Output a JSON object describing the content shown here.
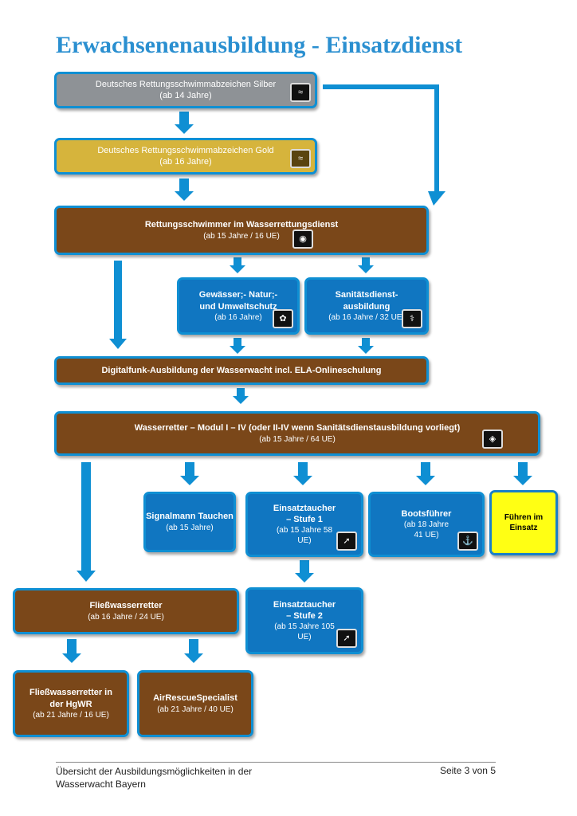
{
  "title": "Erwachsenenausbildung - Einsatzdienst",
  "boxes": {
    "silber": {
      "title": "Deutsches Rettungsschwimmabzeichen Silber",
      "sub": "(ab 14 Jahre)"
    },
    "gold": {
      "title": "Deutsches Rettungsschwimmabzeichen Gold",
      "sub": "(ab 16 Jahre)"
    },
    "rettungsschwimmer": {
      "title": "Rettungsschwimmer im Wasserrettungsdienst",
      "sub": "(ab 15 Jahre / 16 UE)"
    },
    "gewaesser": {
      "title": "Gewässer;- Natur;- und Umweltschutz",
      "sub": "(ab 16 Jahre)"
    },
    "sanitaet": {
      "title": "Sanitätsdienst- ausbildung",
      "sub": "(ab 16 Jahre / 32 UE)"
    },
    "digitalfunk": {
      "title": "Digitalfunk-Ausbildung der Wasserwacht incl. ELA-Onlineschulung"
    },
    "wasserretter": {
      "title": "Wasserretter – Modul I – IV (oder II-IV wenn Sanitätsdienstausbildung vorliegt)",
      "sub": "(ab 15 Jahre / 64 UE)"
    },
    "signalmann": {
      "title": "Signalmann Tauchen",
      "sub": "(ab 15 Jahre)"
    },
    "taucher1": {
      "title": "Einsatztaucher – Stufe 1",
      "sub": "(ab 15 Jahre 58 UE)"
    },
    "bootsfuehrer": {
      "title": "Bootsführer",
      "sub": "(ab 18 Jahre 41 UE)"
    },
    "fuehren": {
      "title": "Führen im Einsatz"
    },
    "taucher2": {
      "title": "Einsatztaucher – Stufe 2",
      "sub": "(ab 15 Jahre 105 UE)"
    },
    "fliesswasser": {
      "title": "Fließwasserretter",
      "sub": "(ab 16 Jahre / 24 UE)"
    },
    "hgwr": {
      "title": "Fließwasserretter in der HgWR",
      "sub": "(ab 21 Jahre / 16 UE)"
    },
    "airrescue": {
      "title": "AirRescueSpecialist",
      "sub": "(ab 21 Jahre / 40 UE)"
    }
  },
  "footer": {
    "left": "Übersicht der Ausbildungsmöglichkeiten in der Wasserwacht Bayern",
    "right": "Seite 3 von 5"
  },
  "colors": {
    "arrow": "#0f8fd3",
    "title": "#2a8fd0",
    "brown": "#7a4719",
    "blue": "#1076c1",
    "silver": "#8e9296",
    "gold": "#d6b43c",
    "highlight": "#ffff14"
  },
  "icons": {
    "silber": "swimmer-badge-icon",
    "gold": "swimmer-badge-icon",
    "rettungsschwimmer": "lifeguard-badge-icon",
    "gewaesser": "nature-badge-icon",
    "sanitaet": "medic-badge-icon",
    "wasserretter": "water-rescue-badge-icon",
    "taucher1": "diver-badge-icon",
    "taucher2": "diver-badge-icon",
    "bootsfuehrer": "anchor-icon"
  }
}
